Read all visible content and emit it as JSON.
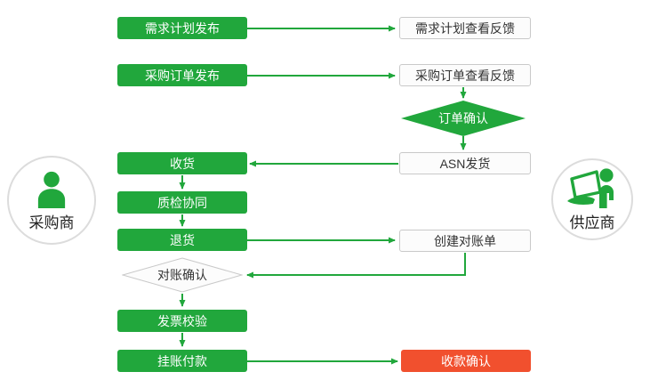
{
  "palette": {
    "green": "#21a73c",
    "red": "#f1502e",
    "box_bg": "#fcfcfc",
    "box_border": "#c9c9c9",
    "ink": "#333333",
    "circle_border": "#dcdcdc"
  },
  "actors": {
    "buyer": {
      "label": "采购商",
      "icon": "person-icon"
    },
    "supplier": {
      "label": "供应商",
      "icon": "person-laptop-icon"
    }
  },
  "nodes": {
    "req_plan_pub": {
      "label": "需求计划发布",
      "type": "green"
    },
    "req_plan_view": {
      "label": "需求计划查看反馈",
      "type": "white"
    },
    "po_pub": {
      "label": "采购订单发布",
      "type": "green"
    },
    "po_view": {
      "label": "采购订单查看反馈",
      "type": "white"
    },
    "order_confirm": {
      "label": "订单确认",
      "type": "diamond-green"
    },
    "asn_ship": {
      "label": "ASN发货",
      "type": "white"
    },
    "receive": {
      "label": "收货",
      "type": "green"
    },
    "qc_collab": {
      "label": "质检协同",
      "type": "green"
    },
    "return_goods": {
      "label": "退货",
      "type": "green"
    },
    "create_statement": {
      "label": "创建对账单",
      "type": "white"
    },
    "statement_confirm": {
      "label": "对账确认",
      "type": "diamond-white"
    },
    "invoice_check": {
      "label": "发票校验",
      "type": "green"
    },
    "payment": {
      "label": "挂账付款",
      "type": "green"
    },
    "receipt_confirm": {
      "label": "收款确认",
      "type": "red"
    }
  }
}
